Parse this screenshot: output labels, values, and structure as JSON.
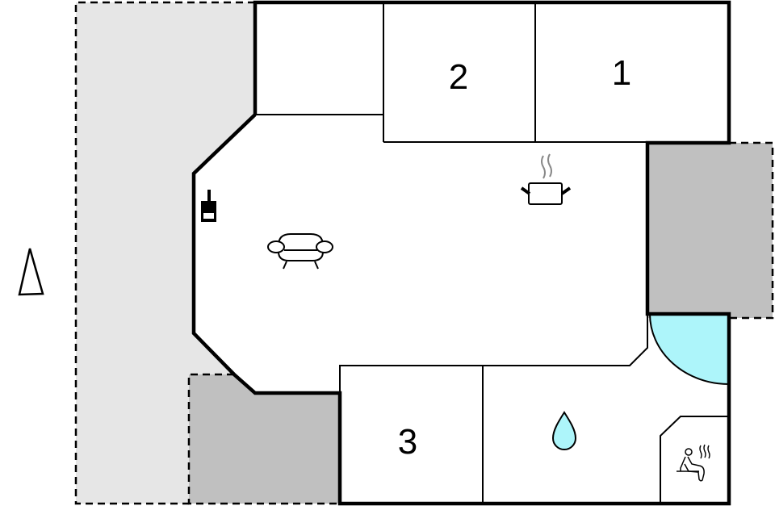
{
  "floorplan": {
    "colors": {
      "terrace_light": "#e6e6e6",
      "terrace_dark": "#c0c0c0",
      "water": "#adf5fa",
      "wall": "#000000",
      "background": "#ffffff"
    },
    "compass": {
      "icon": "north-arrow-icon"
    },
    "rooms": [
      {
        "id": "bedroom-1",
        "label": "1"
      },
      {
        "id": "bedroom-2",
        "label": "2"
      },
      {
        "id": "bedroom-3",
        "label": "3"
      }
    ],
    "icons": [
      {
        "name": "fireplace-icon",
        "meaning": "Fireplace / stove"
      },
      {
        "name": "sofa-icon",
        "meaning": "Living room"
      },
      {
        "name": "cooking-pot-icon",
        "meaning": "Kitchen"
      },
      {
        "name": "water-drop-icon",
        "meaning": "Bathroom"
      },
      {
        "name": "sauna-icon",
        "meaning": "Sauna"
      },
      {
        "name": "whirlpool-icon",
        "meaning": "Whirlpool / spa"
      }
    ]
  }
}
